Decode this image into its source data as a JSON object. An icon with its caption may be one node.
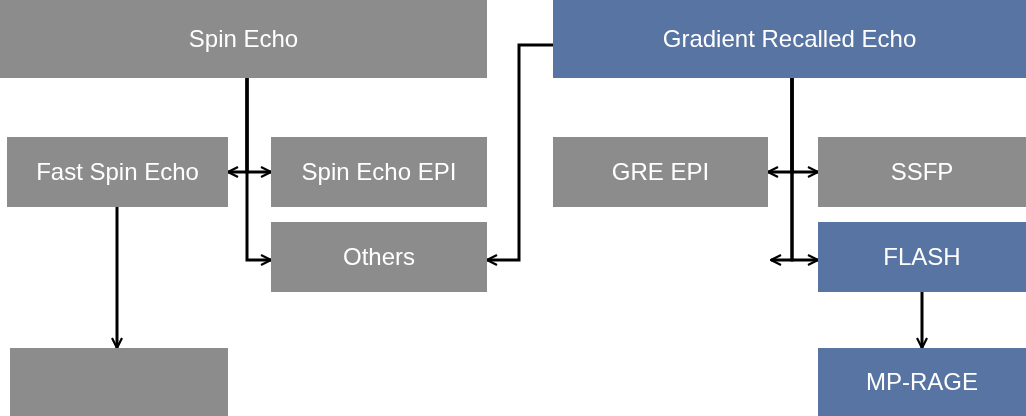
{
  "diagram": {
    "nodes": [
      {
        "text": [
          "Spin Echo"
        ]
      },
      {
        "text": [
          "Gradient Recalled Echo"
        ]
      },
      {
        "text": [
          "Fast Spin Echo"
        ]
      },
      {
        "text": [
          "Spin Echo EPI"
        ]
      },
      {
        "text": [
          "GRE EPI"
        ]
      },
      {
        "text": [
          "SSFP"
        ]
      },
      {
        "text": [
          "Others"
        ]
      },
      {
        "text": [
          "FLASH"
        ]
      },
      {
        "text": [],
        "shape": "box"
      },
      {
        "text": [
          "MP-RAGE"
        ]
      }
    ],
    "edges": [
      {
        "from": 0,
        "to": 2,
        "arrow": "to"
      },
      {
        "from": 0,
        "to": 3,
        "arrow": "to"
      },
      {
        "from": 0,
        "to": 6,
        "arrow": "to"
      },
      {
        "from": 1,
        "to": 6,
        "arrow": "to"
      },
      {
        "from": 1,
        "to": 4,
        "arrow": "to"
      },
      {
        "from": 1,
        "to": 5,
        "arrow": "to"
      },
      {
        "from": 1,
        "to": 7,
        "arrow": "to"
      },
      {
        "from": 1,
        "to": null,
        "arrow": "to"
      },
      {
        "from": 2,
        "to": 8,
        "arrow": "to"
      },
      {
        "from": 7,
        "to": 9,
        "arrow": "to"
      }
    ]
  }
}
